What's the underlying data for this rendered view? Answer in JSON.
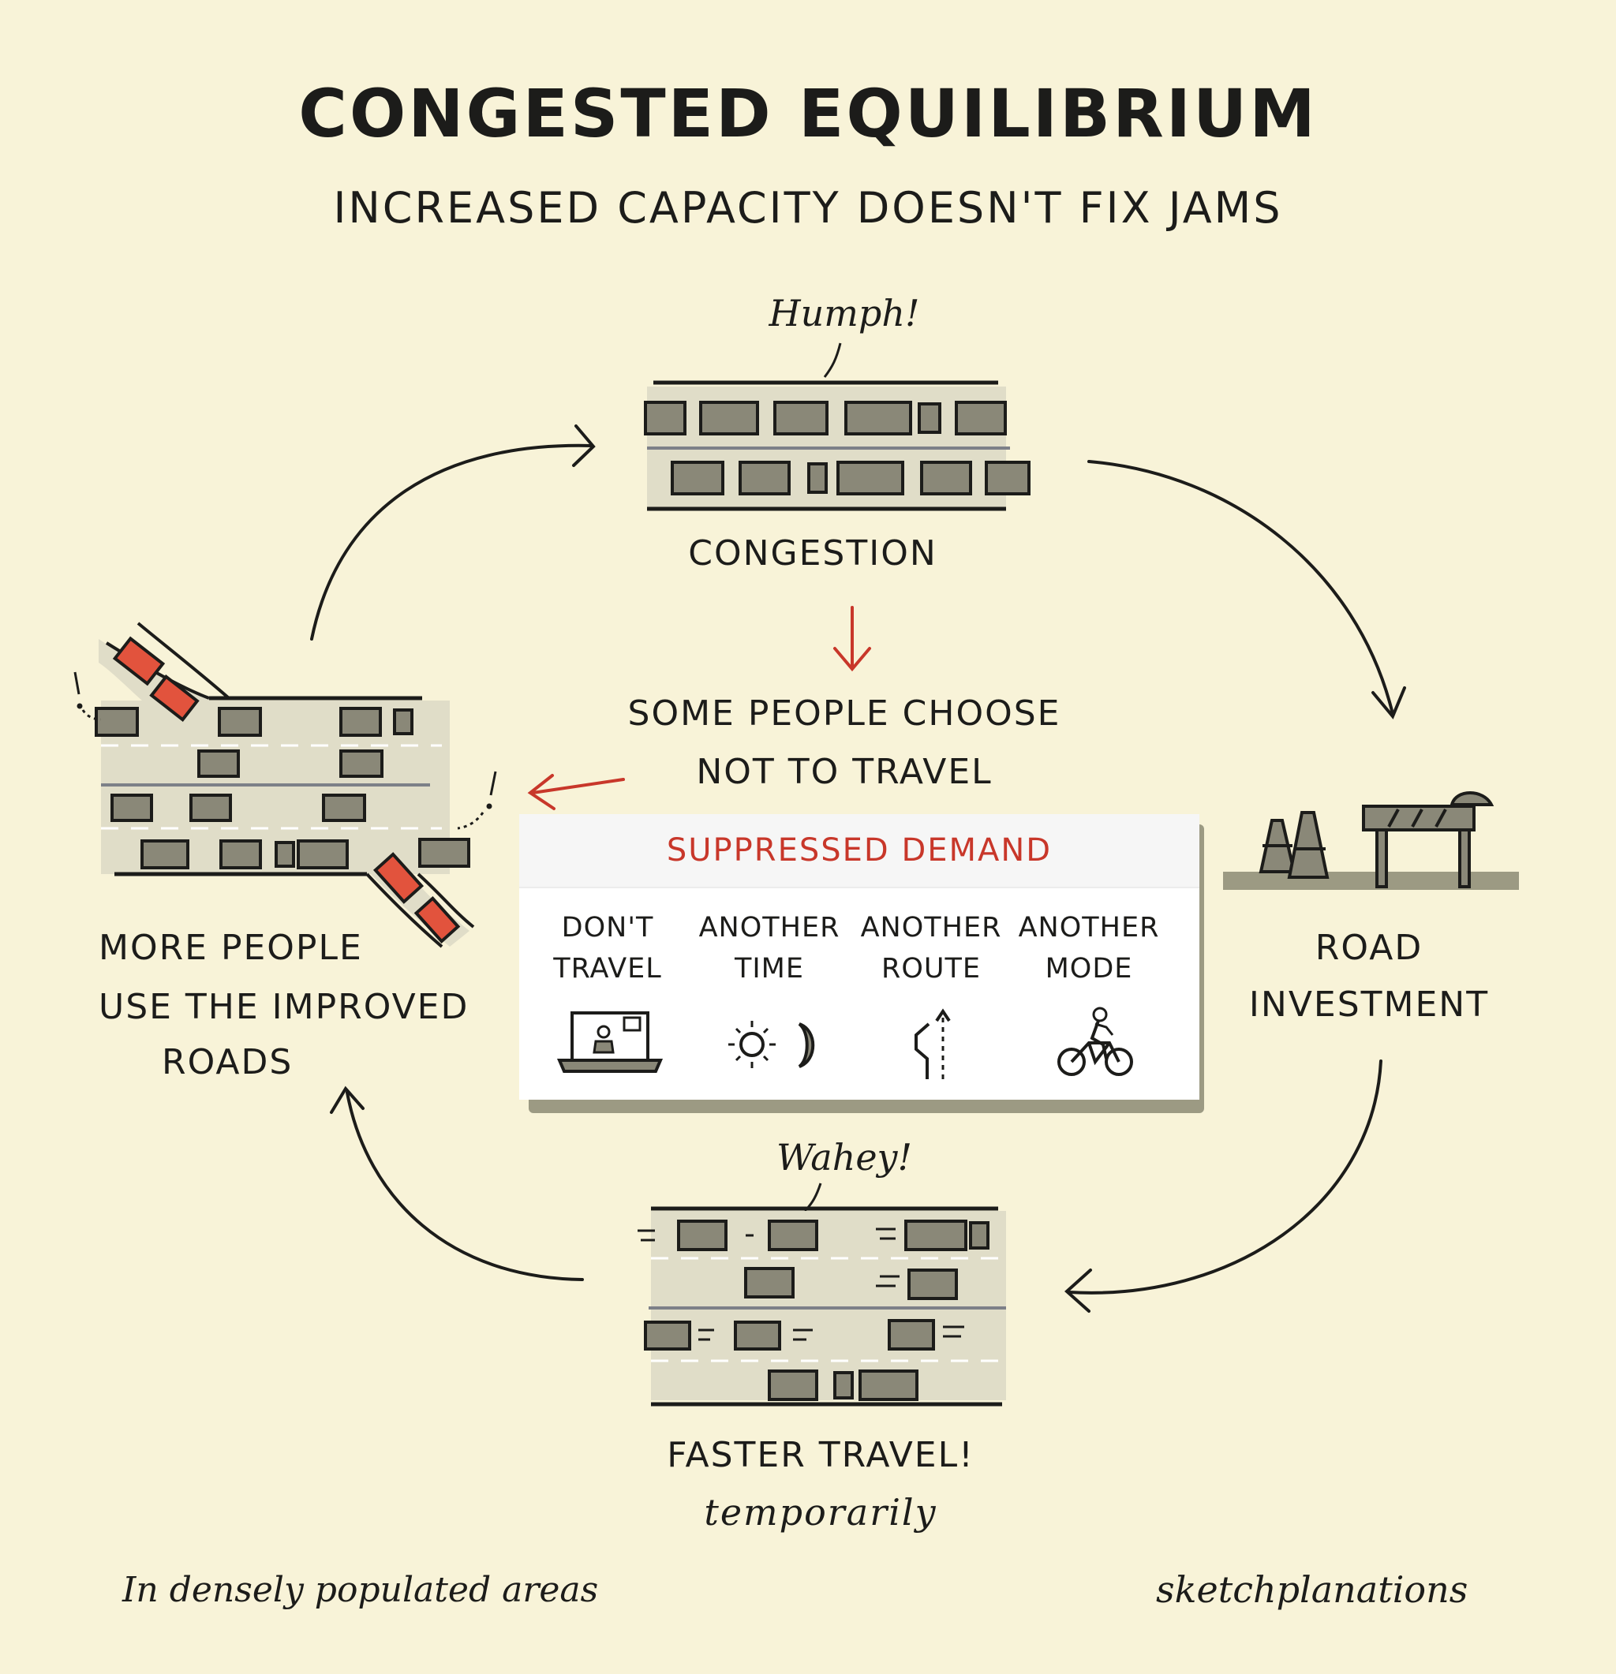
{
  "title": "CONGESTED EQUILIBRIUM",
  "subtitle": "INCREASED CAPACITY DOESN'T FIX JAMS",
  "nodes": {
    "congestion": {
      "exclaim": "Humph!",
      "label": "CONGESTION"
    },
    "road_investment": {
      "line1": "ROAD",
      "line2": "INVESTMENT"
    },
    "faster_travel": {
      "exclaim": "Wahey!",
      "line1": "FASTER TRAVEL!",
      "line2": "temporarily"
    },
    "more_people": {
      "line1": "MORE PEOPLE",
      "line2": "USE THE IMPROVED",
      "line3": "ROADS"
    }
  },
  "choose": {
    "line1": "SOME PEOPLE CHOOSE",
    "line2": "NOT TO TRAVEL"
  },
  "suppressed_demand": {
    "header": "SUPPRESSED DEMAND",
    "options": [
      {
        "line1": "DON'T",
        "line2": "TRAVEL",
        "icon": "laptop-video-call-icon"
      },
      {
        "line1": "ANOTHER",
        "line2": "TIME",
        "icon": "sun-moon-icon"
      },
      {
        "line1": "ANOTHER",
        "line2": "ROUTE",
        "icon": "alternate-route-icon"
      },
      {
        "line1": "ANOTHER",
        "line2": "MODE",
        "icon": "bicycle-icon"
      }
    ]
  },
  "footer": {
    "left": "In densely populated areas",
    "right": "sketchplanations"
  },
  "colors": {
    "background": "#f8f3d8",
    "road": "#e0ddc8",
    "car": "#8a8878",
    "red_car": "#e2533d",
    "accent_red": "#c8372a",
    "ink": "#1c1c1a"
  }
}
